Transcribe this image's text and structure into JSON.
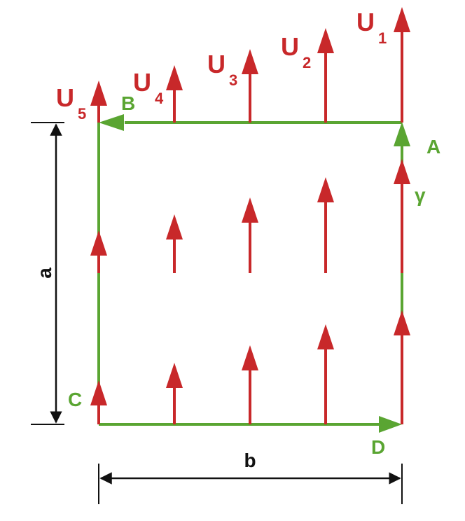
{
  "colors": {
    "field": "#c8282a",
    "contour": "#5aa532",
    "dimension": "#111111"
  },
  "velocity_labels": [
    {
      "main": "U",
      "sub": "1"
    },
    {
      "main": "U",
      "sub": "2"
    },
    {
      "main": "U",
      "sub": "3"
    },
    {
      "main": "U",
      "sub": "4"
    },
    {
      "main": "U",
      "sub": "5"
    }
  ],
  "corners": {
    "A": "A",
    "B": "B",
    "C": "C",
    "D": "D"
  },
  "contour_label": "γ",
  "dimensions": {
    "height": "a",
    "width": "b"
  }
}
